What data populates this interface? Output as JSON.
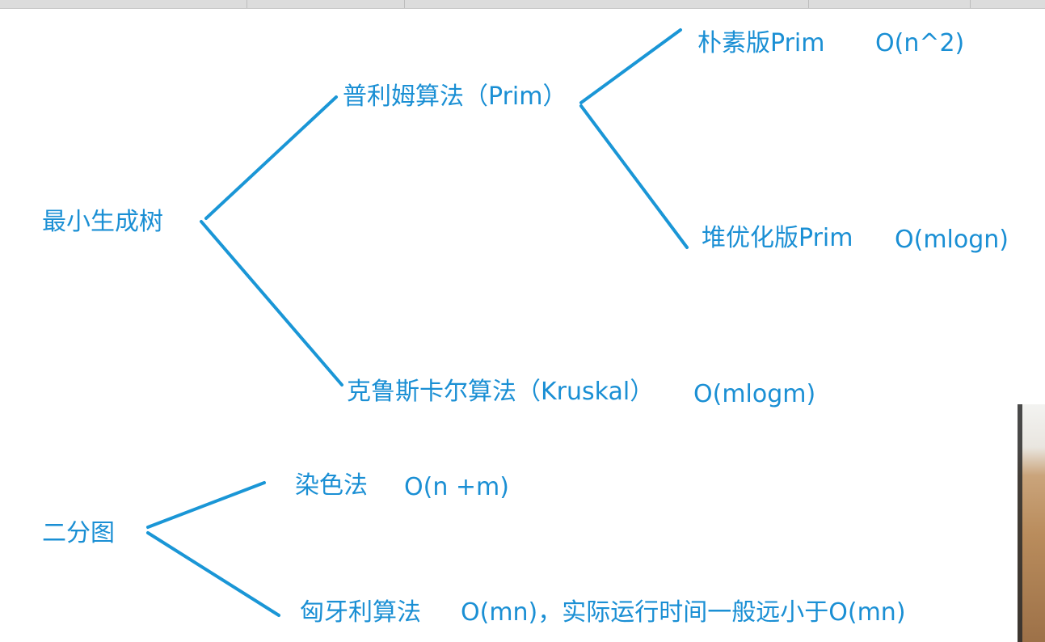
{
  "mst": {
    "root": "最小生成树",
    "prim": "普利姆算法（Prim）",
    "prim_naive_label": "朴素版Prim",
    "prim_naive_complexity": "O(n^2)",
    "prim_heap_label": "堆优化版Prim",
    "prim_heap_complexity": "O(mlogn)",
    "kruskal": "克鲁斯卡尔算法（Kruskal）",
    "kruskal_complexity": "O(mlogm)"
  },
  "bipartite": {
    "root": "二分图",
    "coloring_label": "染色法",
    "coloring_complexity": "O(n +m)",
    "hungarian_label": "匈牙利算法",
    "hungarian_note": "O(mn)，实际运行时间一般远小于O(mn)"
  },
  "colors": {
    "line": "#1a96d6",
    "text": "#1a8fd4",
    "background": "#ffffff"
  }
}
